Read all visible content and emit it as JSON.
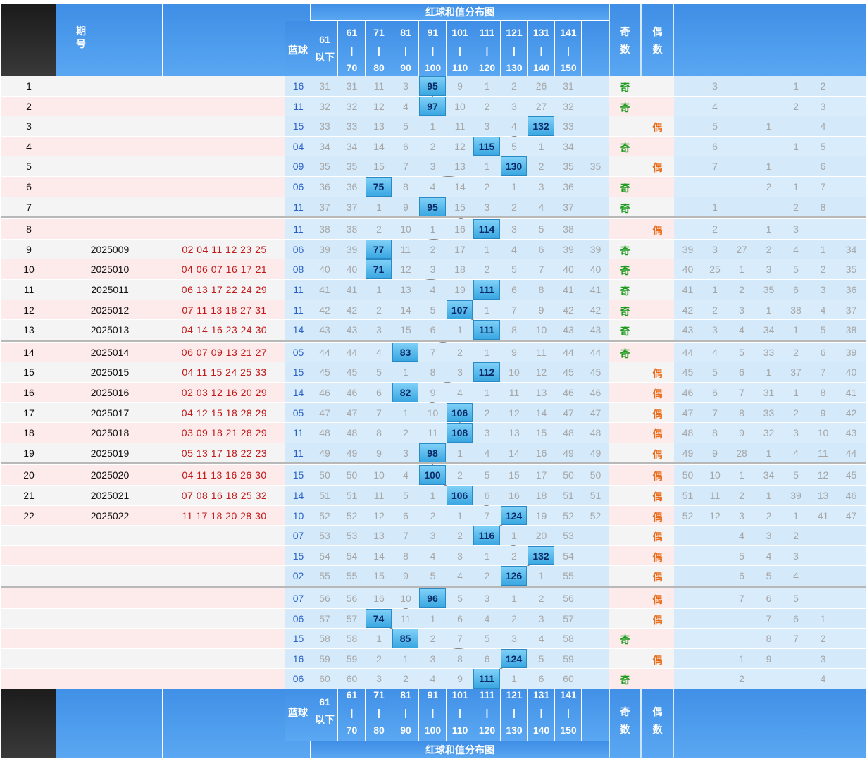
{
  "header": {
    "title": "红球和值分布图",
    "issue_label": "期号",
    "blue_label": "蓝球",
    "odd_label": "奇数",
    "even_label": "偶数",
    "ranges": [
      [
        "61",
        "以下"
      ],
      [
        "61",
        "|",
        "70"
      ],
      [
        "71",
        "|",
        "80"
      ],
      [
        "81",
        "|",
        "90"
      ],
      [
        "91",
        "|",
        "100"
      ],
      [
        "101",
        "|",
        "110"
      ],
      [
        "111",
        "|",
        "120"
      ],
      [
        "121",
        "|",
        "130"
      ],
      [
        "131",
        "|",
        "140"
      ],
      [
        "141",
        "|",
        "150"
      ]
    ]
  },
  "colors": {
    "header_blue": "#4a9aec",
    "hit_blue": "#55b8ea",
    "odd_green": "#1e9a1e",
    "even_orange": "#e86d1b",
    "red_ball": "#c21818",
    "blue_ball": "#2b62c9"
  },
  "rows": [
    {
      "idx": "1",
      "issue": "",
      "reds": "",
      "blue": "16",
      "sum": 95,
      "parity": "odd",
      "cells": [
        "31",
        "31",
        "11",
        "3",
        "95",
        "9",
        "1",
        "2",
        "26",
        "31"
      ],
      "right": [
        "",
        "3",
        "",
        "",
        "1",
        "2",
        ""
      ]
    },
    {
      "idx": "2",
      "issue": "",
      "reds": "",
      "blue": "11",
      "sum": 97,
      "parity": "odd",
      "cells": [
        "32",
        "32",
        "12",
        "4",
        "97",
        "10",
        "2",
        "3",
        "27",
        "32"
      ],
      "right": [
        "",
        "4",
        "",
        "",
        "2",
        "3",
        ""
      ]
    },
    {
      "idx": "3",
      "issue": "",
      "reds": "",
      "blue": "15",
      "sum": 132,
      "parity": "even",
      "cells": [
        "33",
        "33",
        "13",
        "5",
        "1",
        "11",
        "3",
        "4",
        "132",
        "33"
      ],
      "right": [
        "",
        "5",
        "",
        "1",
        "",
        "4",
        ""
      ]
    },
    {
      "idx": "4",
      "issue": "",
      "reds": "",
      "blue": "04",
      "sum": 115,
      "parity": "odd",
      "cells": [
        "34",
        "34",
        "14",
        "6",
        "2",
        "12",
        "115",
        "5",
        "1",
        "34"
      ],
      "right": [
        "",
        "6",
        "",
        "",
        "1",
        "5",
        ""
      ]
    },
    {
      "idx": "5",
      "issue": "",
      "reds": "",
      "blue": "09",
      "sum": 130,
      "parity": "even",
      "cells": [
        "35",
        "35",
        "15",
        "7",
        "3",
        "13",
        "1",
        "130",
        "2",
        "35",
        "35"
      ],
      "right": [
        "",
        "7",
        "",
        "1",
        "",
        "6",
        ""
      ]
    },
    {
      "idx": "6",
      "issue": "",
      "reds": "",
      "blue": "06",
      "sum": 75,
      "parity": "odd",
      "cells": [
        "36",
        "36",
        "75",
        "8",
        "4",
        "14",
        "2",
        "1",
        "3",
        "36"
      ],
      "right": [
        "",
        "",
        "",
        "2",
        "1",
        "7",
        ""
      ]
    },
    {
      "idx": "7",
      "issue": "",
      "reds": "",
      "blue": "11",
      "sum": 95,
      "parity": "odd",
      "cells": [
        "37",
        "37",
        "1",
        "9",
        "95",
        "15",
        "3",
        "2",
        "4",
        "37"
      ],
      "right": [
        "",
        "1",
        "",
        "",
        "2",
        "8",
        ""
      ]
    },
    {
      "idx": "8",
      "issue": "",
      "reds": "",
      "blue": "11",
      "sum": 114,
      "parity": "even",
      "cells": [
        "38",
        "38",
        "2",
        "10",
        "1",
        "16",
        "114",
        "3",
        "5",
        "38"
      ],
      "right": [
        "",
        "2",
        "",
        "1",
        "3",
        "",
        ""
      ]
    },
    {
      "idx": "9",
      "issue": "2025009",
      "reds": "02 04 11 12 23 25",
      "blue": "06",
      "sum": 77,
      "parity": "odd",
      "cells": [
        "39",
        "39",
        "77",
        "11",
        "2",
        "17",
        "1",
        "4",
        "6",
        "39",
        "39"
      ],
      "right": [
        "39",
        "3",
        "27",
        "2",
        "4",
        "1",
        "34"
      ]
    },
    {
      "idx": "10",
      "issue": "2025010",
      "reds": "04 06 07 16 17 21",
      "blue": "08",
      "sum": 71,
      "parity": "odd",
      "cells": [
        "40",
        "40",
        "71",
        "12",
        "3",
        "18",
        "2",
        "5",
        "7",
        "40",
        "40"
      ],
      "right": [
        "40",
        "25",
        "1",
        "3",
        "5",
        "2",
        "35"
      ]
    },
    {
      "idx": "11",
      "issue": "2025011",
      "reds": "06 13 17 22 24 29",
      "blue": "11",
      "sum": 111,
      "parity": "odd",
      "cells": [
        "41",
        "41",
        "1",
        "13",
        "4",
        "19",
        "111",
        "6",
        "8",
        "41",
        "41"
      ],
      "right": [
        "41",
        "1",
        "2",
        "35",
        "6",
        "3",
        "36"
      ]
    },
    {
      "idx": "12",
      "issue": "2025012",
      "reds": "07 11 13 18 27 31",
      "blue": "11",
      "sum": 107,
      "parity": "odd",
      "cells": [
        "42",
        "42",
        "2",
        "14",
        "5",
        "107",
        "1",
        "7",
        "9",
        "42",
        "42"
      ],
      "right": [
        "42",
        "2",
        "3",
        "1",
        "38",
        "4",
        "37"
      ]
    },
    {
      "idx": "13",
      "issue": "2025013",
      "reds": "04 14 16 23 24 30",
      "blue": "14",
      "sum": 111,
      "parity": "odd",
      "cells": [
        "43",
        "43",
        "3",
        "15",
        "6",
        "1",
        "111",
        "8",
        "10",
        "43",
        "43"
      ],
      "right": [
        "43",
        "3",
        "4",
        "34",
        "1",
        "5",
        "38"
      ]
    },
    {
      "idx": "14",
      "issue": "2025014",
      "reds": "06 07 09 13 21 27",
      "blue": "05",
      "sum": 83,
      "parity": "odd",
      "cells": [
        "44",
        "44",
        "4",
        "83",
        "7",
        "2",
        "1",
        "9",
        "11",
        "44",
        "44"
      ],
      "right": [
        "44",
        "4",
        "5",
        "33",
        "2",
        "6",
        "39"
      ]
    },
    {
      "idx": "15",
      "issue": "2025015",
      "reds": "04 11 15 24 25 33",
      "blue": "15",
      "sum": 112,
      "parity": "even",
      "cells": [
        "45",
        "45",
        "5",
        "1",
        "8",
        "3",
        "112",
        "10",
        "12",
        "45",
        "45"
      ],
      "right": [
        "45",
        "5",
        "6",
        "1",
        "37",
        "7",
        "40"
      ]
    },
    {
      "idx": "16",
      "issue": "2025016",
      "reds": "02 03 12 16 20 29",
      "blue": "14",
      "sum": 82,
      "parity": "even",
      "cells": [
        "46",
        "46",
        "6",
        "82",
        "9",
        "4",
        "1",
        "11",
        "13",
        "46",
        "46"
      ],
      "right": [
        "46",
        "6",
        "7",
        "31",
        "1",
        "8",
        "41"
      ]
    },
    {
      "idx": "17",
      "issue": "2025017",
      "reds": "04 12 15 18 28 29",
      "blue": "05",
      "sum": 106,
      "parity": "even",
      "cells": [
        "47",
        "47",
        "7",
        "1",
        "10",
        "106",
        "2",
        "12",
        "14",
        "47",
        "47"
      ],
      "right": [
        "47",
        "7",
        "8",
        "33",
        "2",
        "9",
        "42"
      ]
    },
    {
      "idx": "18",
      "issue": "2025018",
      "reds": "03 09 18 21 28 29",
      "blue": "11",
      "sum": 108,
      "parity": "even",
      "cells": [
        "48",
        "48",
        "8",
        "2",
        "11",
        "108",
        "3",
        "13",
        "15",
        "48",
        "48"
      ],
      "right": [
        "48",
        "8",
        "9",
        "32",
        "3",
        "10",
        "43"
      ]
    },
    {
      "idx": "19",
      "issue": "2025019",
      "reds": "05 13 17 18 22 23",
      "blue": "11",
      "sum": 98,
      "parity": "even",
      "cells": [
        "49",
        "49",
        "9",
        "3",
        "98",
        "1",
        "4",
        "14",
        "16",
        "49",
        "49"
      ],
      "right": [
        "49",
        "9",
        "28",
        "1",
        "4",
        "11",
        "44"
      ]
    },
    {
      "idx": "20",
      "issue": "2025020",
      "reds": "04 11 13 16 26 30",
      "blue": "15",
      "sum": 100,
      "parity": "even",
      "cells": [
        "50",
        "50",
        "10",
        "4",
        "100",
        "2",
        "5",
        "15",
        "17",
        "50",
        "50"
      ],
      "right": [
        "50",
        "10",
        "1",
        "34",
        "5",
        "12",
        "45"
      ]
    },
    {
      "idx": "21",
      "issue": "2025021",
      "reds": "07 08 16 18 25 32",
      "blue": "14",
      "sum": 106,
      "parity": "even",
      "cells": [
        "51",
        "51",
        "11",
        "5",
        "1",
        "106",
        "6",
        "16",
        "18",
        "51",
        "51"
      ],
      "right": [
        "51",
        "11",
        "2",
        "1",
        "39",
        "13",
        "46"
      ]
    },
    {
      "idx": "22",
      "issue": "2025022",
      "reds": "11 17 18 20 28 30",
      "blue": "10",
      "sum": 124,
      "parity": "even",
      "cells": [
        "52",
        "52",
        "12",
        "6",
        "2",
        "1",
        "7",
        "124",
        "19",
        "52",
        "52"
      ],
      "right": [
        "52",
        "12",
        "3",
        "2",
        "1",
        "41",
        "47"
      ]
    },
    {
      "idx": "",
      "issue": "",
      "reds": "",
      "blue": "07",
      "sum": 116,
      "parity": "even",
      "cells": [
        "53",
        "53",
        "13",
        "7",
        "3",
        "2",
        "116",
        "1",
        "20",
        "53"
      ],
      "right": [
        "",
        "",
        "4",
        "3",
        "2",
        "",
        ""
      ]
    },
    {
      "idx": "",
      "issue": "",
      "reds": "",
      "blue": "15",
      "sum": 132,
      "parity": "even",
      "cells": [
        "54",
        "54",
        "14",
        "8",
        "4",
        "3",
        "1",
        "2",
        "132",
        "54"
      ],
      "right": [
        "",
        "",
        "5",
        "4",
        "3",
        "",
        ""
      ]
    },
    {
      "idx": "",
      "issue": "",
      "reds": "",
      "blue": "02",
      "sum": 126,
      "parity": "even",
      "cells": [
        "55",
        "55",
        "15",
        "9",
        "5",
        "4",
        "2",
        "126",
        "1",
        "55"
      ],
      "right": [
        "",
        "",
        "6",
        "5",
        "4",
        "",
        ""
      ]
    },
    {
      "idx": "",
      "issue": "",
      "reds": "",
      "blue": "07",
      "sum": 96,
      "parity": "even",
      "cells": [
        "56",
        "56",
        "16",
        "10",
        "96",
        "5",
        "3",
        "1",
        "2",
        "56"
      ],
      "right": [
        "",
        "",
        "7",
        "6",
        "5",
        "",
        ""
      ]
    },
    {
      "idx": "",
      "issue": "",
      "reds": "",
      "blue": "06",
      "sum": 74,
      "parity": "even",
      "cells": [
        "57",
        "57",
        "74",
        "11",
        "1",
        "6",
        "4",
        "2",
        "3",
        "57"
      ],
      "right": [
        "",
        "",
        "",
        "7",
        "6",
        "1",
        ""
      ]
    },
    {
      "idx": "",
      "issue": "",
      "reds": "",
      "blue": "15",
      "sum": 85,
      "parity": "odd",
      "cells": [
        "58",
        "58",
        "1",
        "85",
        "2",
        "7",
        "5",
        "3",
        "4",
        "58"
      ],
      "right": [
        "",
        "",
        "",
        "8",
        "7",
        "2",
        ""
      ]
    },
    {
      "idx": "",
      "issue": "",
      "reds": "",
      "blue": "16",
      "sum": 124,
      "parity": "even",
      "cells": [
        "59",
        "59",
        "2",
        "1",
        "3",
        "8",
        "6",
        "124",
        "5",
        "59"
      ],
      "right": [
        "",
        "",
        "1",
        "9",
        "",
        "3",
        ""
      ]
    },
    {
      "idx": "",
      "issue": "",
      "reds": "",
      "blue": "06",
      "sum": 111,
      "parity": "odd",
      "cells": [
        "60",
        "60",
        "3",
        "2",
        "4",
        "9",
        "111",
        "1",
        "6",
        "60"
      ],
      "right": [
        "",
        "",
        "2",
        "",
        "",
        "4",
        ""
      ]
    }
  ]
}
